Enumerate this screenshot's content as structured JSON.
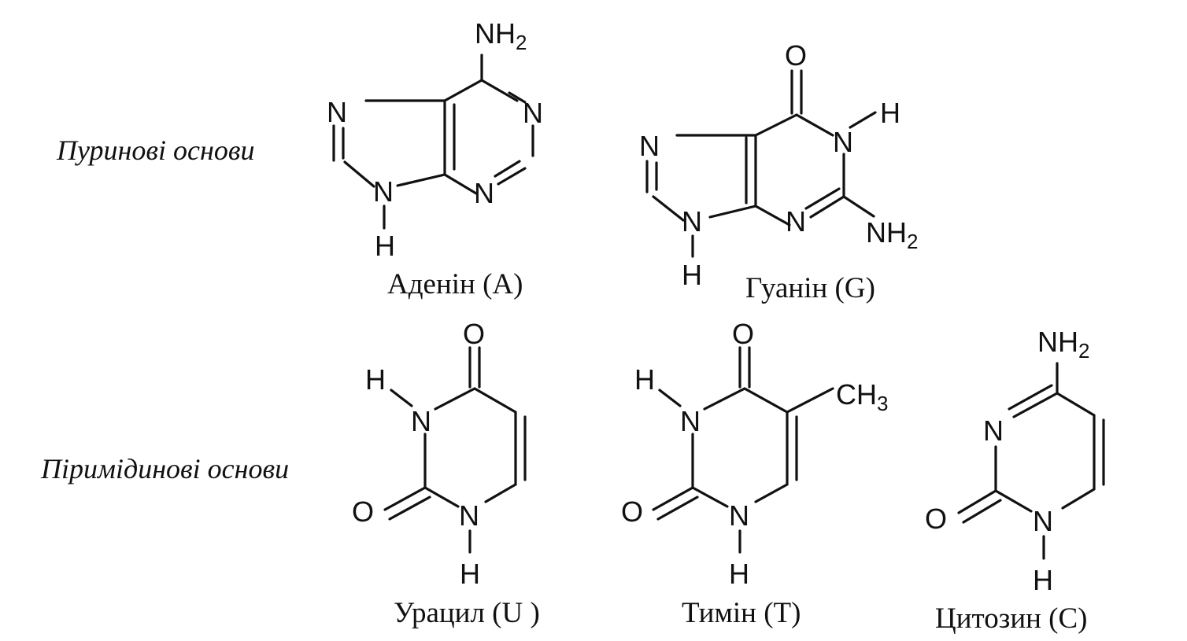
{
  "sections": {
    "purines": "Пуринові основи",
    "pyrimidines": "Піримідинові основи"
  },
  "molecules": {
    "adenine": "Аденін (А)",
    "guanine": "Гуанін (G)",
    "uracil": "Урацил (U )",
    "thymine": "Тимін (Т)",
    "cytosine": "Цитозин (С)"
  },
  "atoms": {
    "N": "N",
    "H": "H",
    "O": "O",
    "NH2": "NH",
    "CH3": "CH",
    "sub2": "2",
    "sub3": "3"
  }
}
